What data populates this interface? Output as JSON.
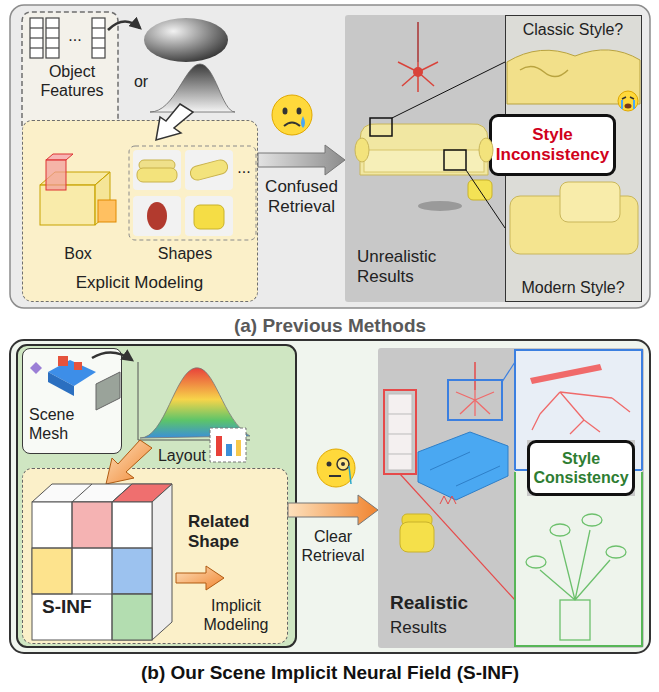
{
  "diagram": {
    "nodes": [
      {
        "text": [
          "(a) Previous Methods"
        ]
      },
      {
        "text": [
          "Explicit Modeling"
        ],
        "in": 0
      },
      {
        "text": [
          "Unrealistic Results"
        ],
        "in": 0
      },
      {
        "text": [
          "Classic Style?",
          "Modern Style?"
        ],
        "in": 2
      },
      {
        "text": [
          "Style Inconsistency"
        ],
        "in": 3
      },
      {
        "text": [
          "(b) Our Scene Implicit Neural Field (S-INF)"
        ]
      },
      {
        "text": [
          "Scene Mesh"
        ],
        "in": 5
      },
      {
        "text": [
          "S-INF",
          "Implicit Modeling"
        ],
        "in": 5
      },
      {
        "text": [
          "Realistic",
          "Results"
        ],
        "in": 5
      },
      {
        "text": [
          "Style Consistency"
        ],
        "in": 8
      }
    ],
    "edges": [
      {
        "from": 1,
        "to": 2,
        "arrow": "to",
        "label": "Confused Retrieval"
      },
      {
        "from": 7,
        "to": 8,
        "arrow": "to",
        "label": "Clear Retrieval"
      }
    ],
    "labels": [
      "Object Features",
      "...",
      "or",
      "Box",
      "Shapes",
      "...",
      "Layout",
      "Related Shape"
    ]
  }
}
